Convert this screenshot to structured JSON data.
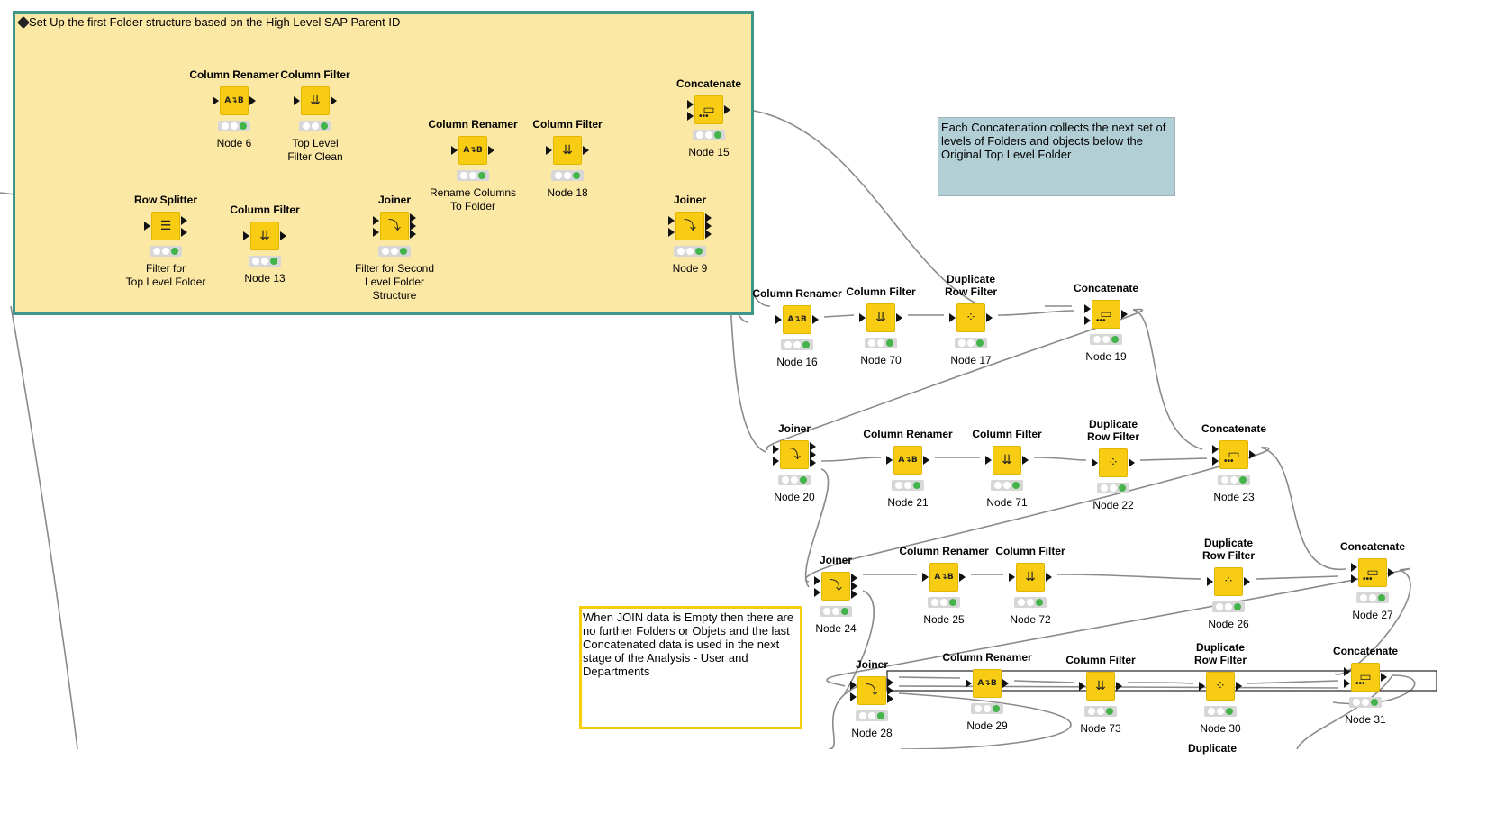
{
  "annotations": {
    "group": "Set Up the first Folder structure based on the High Level SAP  Parent ID",
    "concat_note": "Each Concatenation collects the next set of levels of Folders and objects below the Original Top Level Folder",
    "join_note": "When JOIN data is Empty then there are no further Folders or Objets and the last Concatenated data is used in the next stage of the Analysis - User and Departments"
  },
  "nodes": [
    {
      "id": "n6",
      "type": "renamer",
      "title": [
        "Column Renamer"
      ],
      "label": [
        "Node 6"
      ]
    },
    {
      "id": "cf1",
      "type": "filter",
      "title": [
        "Column Filter"
      ],
      "label": [
        "Top Level",
        "Filter Clean"
      ]
    },
    {
      "id": "rs",
      "type": "splitter",
      "title": [
        "Row Splitter"
      ],
      "label": [
        "Filter for",
        "Top Level Folder"
      ]
    },
    {
      "id": "n13",
      "type": "filter",
      "title": [
        "Column Filter"
      ],
      "label": [
        "Node 13"
      ]
    },
    {
      "id": "j1",
      "type": "joiner",
      "title": [
        "Joiner"
      ],
      "label": [
        "Filter for Second",
        "Level Folder",
        "Structure"
      ]
    },
    {
      "id": "rc",
      "type": "renamer",
      "title": [
        "Column Renamer"
      ],
      "label": [
        "Rename Columns",
        "To Folder"
      ]
    },
    {
      "id": "n18",
      "type": "filter",
      "title": [
        "Column Filter"
      ],
      "label": [
        "Node 18"
      ]
    },
    {
      "id": "n15",
      "type": "concat",
      "title": [
        "Concatenate"
      ],
      "label": [
        "Node 15"
      ]
    },
    {
      "id": "n9",
      "type": "joiner",
      "title": [
        "Joiner"
      ],
      "label": [
        "Node 9"
      ]
    },
    {
      "id": "n16",
      "type": "renamer",
      "title": [
        "Column Renamer"
      ],
      "label": [
        "Node 16"
      ]
    },
    {
      "id": "n70",
      "type": "filter",
      "title": [
        "Column Filter"
      ],
      "label": [
        "Node 70"
      ]
    },
    {
      "id": "n17",
      "type": "duplicate",
      "title": [
        "Duplicate",
        "Row Filter"
      ],
      "label": [
        "Node 17"
      ]
    },
    {
      "id": "n19",
      "type": "concat",
      "title": [
        "Concatenate"
      ],
      "label": [
        "Node 19"
      ]
    },
    {
      "id": "n20",
      "type": "joiner",
      "title": [
        "Joiner"
      ],
      "label": [
        "Node 20"
      ]
    },
    {
      "id": "n21",
      "type": "renamer",
      "title": [
        "Column Renamer"
      ],
      "label": [
        "Node 21"
      ]
    },
    {
      "id": "n71",
      "type": "filter",
      "title": [
        "Column Filter"
      ],
      "label": [
        "Node 71"
      ]
    },
    {
      "id": "n22",
      "type": "duplicate",
      "title": [
        "Duplicate",
        "Row Filter"
      ],
      "label": [
        "Node 22"
      ]
    },
    {
      "id": "n23",
      "type": "concat",
      "title": [
        "Concatenate"
      ],
      "label": [
        "Node 23"
      ]
    },
    {
      "id": "n24",
      "type": "joiner",
      "title": [
        "Joiner"
      ],
      "label": [
        "Node 24"
      ]
    },
    {
      "id": "n25",
      "type": "renamer",
      "title": [
        "Column Renamer"
      ],
      "label": [
        "Node 25"
      ]
    },
    {
      "id": "n72",
      "type": "filter",
      "title": [
        "Column Filter"
      ],
      "label": [
        "Node 72"
      ]
    },
    {
      "id": "n26",
      "type": "duplicate",
      "title": [
        "Duplicate",
        "Row Filter"
      ],
      "label": [
        "Node 26"
      ]
    },
    {
      "id": "n27",
      "type": "concat",
      "title": [
        "Concatenate"
      ],
      "label": [
        "Node 27"
      ]
    },
    {
      "id": "n28",
      "type": "joiner",
      "title": [
        "Joiner"
      ],
      "label": [
        "Node 28"
      ]
    },
    {
      "id": "n29",
      "type": "renamer",
      "title": [
        "Column Renamer"
      ],
      "label": [
        "Node 29"
      ]
    },
    {
      "id": "n73",
      "type": "filter",
      "title": [
        "Column Filter"
      ],
      "label": [
        "Node 73"
      ]
    },
    {
      "id": "n30",
      "type": "duplicate",
      "title": [
        "Duplicate",
        "Row Filter"
      ],
      "label": [
        "Node 30"
      ]
    },
    {
      "id": "n31",
      "type": "concat",
      "title": [
        "Concatenate"
      ],
      "label": [
        "Node 31"
      ]
    }
  ],
  "colors": {
    "node_fill": "#f8cc12",
    "group_fill": "#fce8a5",
    "group_border": "#3f9587",
    "note_fill": "#b3cfd6",
    "note_border": "#f7cc0a",
    "connection": "#8a8a8a",
    "status_ok": "#42b44a"
  },
  "icons": {
    "renamer": "column-renamer-icon",
    "filter": "column-filter-icon",
    "splitter": "row-splitter-icon",
    "joiner": "joiner-icon",
    "concat": "concatenate-icon",
    "duplicate": "duplicate-row-filter-icon"
  },
  "partial_node_title": "Duplicate"
}
